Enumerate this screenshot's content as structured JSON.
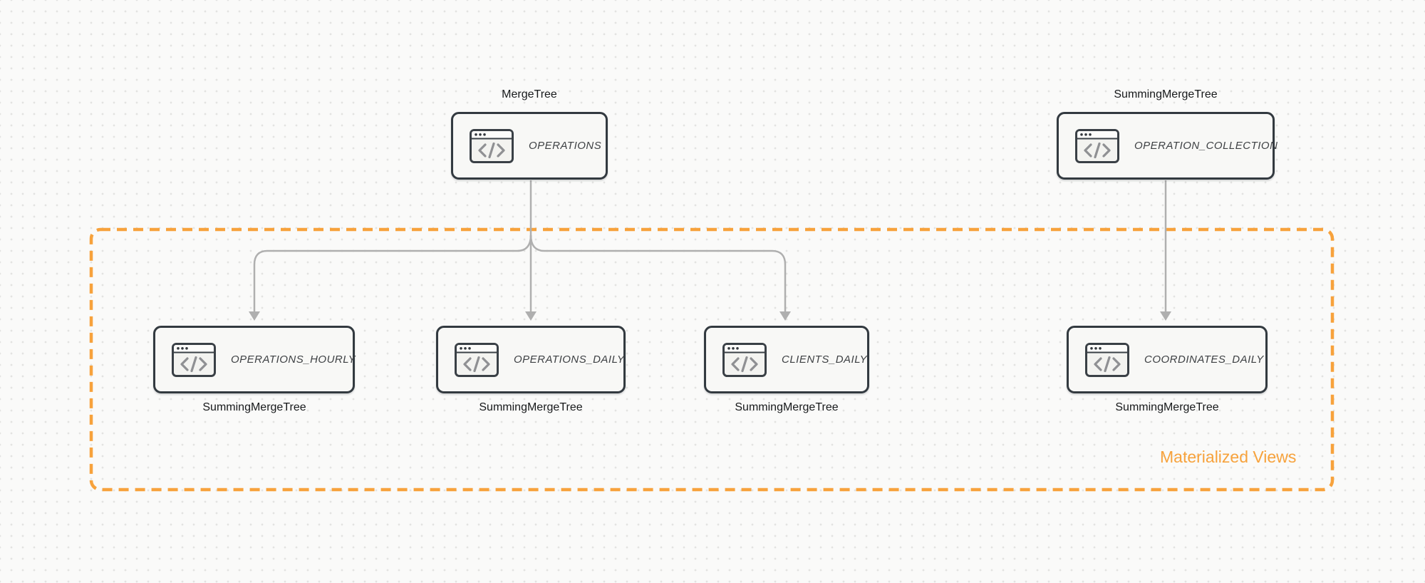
{
  "diagram": {
    "nodes": [
      {
        "table": "OPERATIONS",
        "engine": "MergeTree",
        "engine_label_position": "top"
      },
      {
        "table": "OPERATION_COLLECTION",
        "engine": "SummingMergeTree",
        "engine_label_position": "top"
      },
      {
        "table": "OPERATIONS_HOURLY",
        "engine": "SummingMergeTree",
        "engine_label_position": "bottom"
      },
      {
        "table": "OPERATIONS_DAILY",
        "engine": "SummingMergeTree",
        "engine_label_position": "bottom"
      },
      {
        "table": "CLIENTS_DAILY",
        "engine": "SummingMergeTree",
        "engine_label_position": "bottom"
      },
      {
        "table": "COORDINATES_DAILY",
        "engine": "SummingMergeTree",
        "engine_label_position": "bottom"
      }
    ],
    "edges": [
      {
        "from": "OPERATIONS",
        "to": "OPERATIONS_HOURLY"
      },
      {
        "from": "OPERATIONS",
        "to": "OPERATIONS_DAILY"
      },
      {
        "from": "OPERATIONS",
        "to": "CLIENTS_DAILY"
      },
      {
        "from": "OPERATION_COLLECTION",
        "to": "COORDINATES_DAILY"
      }
    ],
    "group": {
      "label": "Materialized Views"
    },
    "colors": {
      "accent_orange": "#F7A23C",
      "node_border": "#333A40",
      "node_fill": "#F8F8F6",
      "arrow_gray": "#AFAFAF",
      "canvas_background": "#FAFAF9"
    },
    "icon_name": "code-window-icon"
  }
}
